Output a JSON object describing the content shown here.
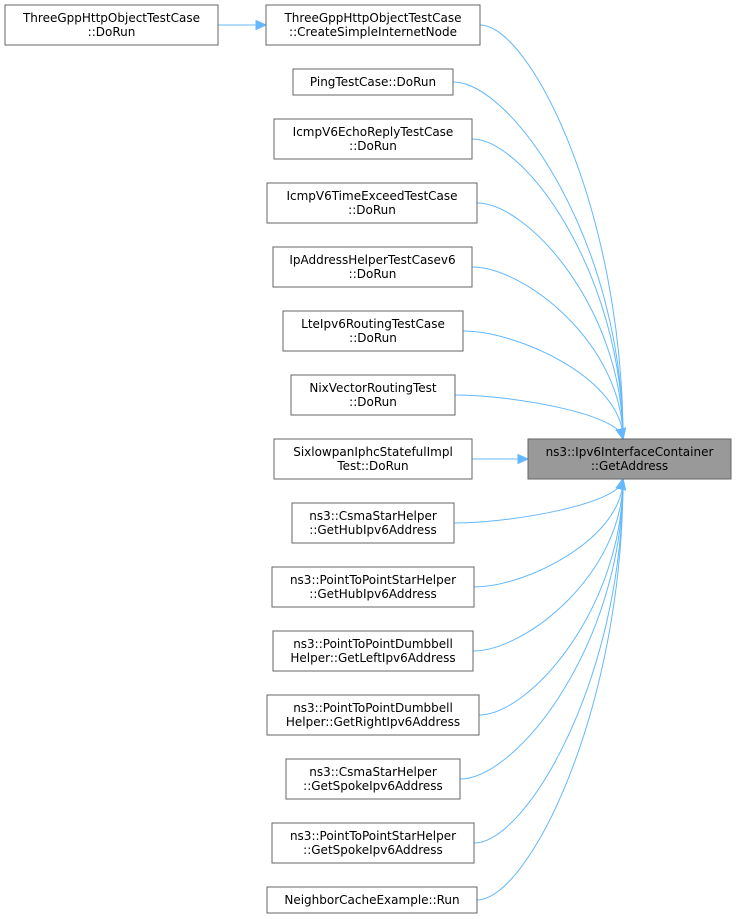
{
  "graph": {
    "target": {
      "id": "target",
      "lines": [
        "ns3::Ipv6InterfaceContainer",
        "::GetAddress"
      ]
    },
    "nodes": [
      {
        "id": "tgh_dorun",
        "lines": [
          "ThreeGppHttpObjectTestCase",
          "::DoRun"
        ]
      },
      {
        "id": "tgh_create",
        "lines": [
          "ThreeGppHttpObjectTestCase",
          "::CreateSimpleInternetNode"
        ]
      },
      {
        "id": "ping",
        "lines": [
          "PingTestCase::DoRun"
        ]
      },
      {
        "id": "echo",
        "lines": [
          "IcmpV6EchoReplyTestCase",
          "::DoRun"
        ]
      },
      {
        "id": "timeexceed",
        "lines": [
          "IcmpV6TimeExceedTestCase",
          "::DoRun"
        ]
      },
      {
        "id": "ipaddr",
        "lines": [
          "IpAddressHelperTestCasev6",
          "::DoRun"
        ]
      },
      {
        "id": "lte",
        "lines": [
          "LteIpv6RoutingTestCase",
          "::DoRun"
        ]
      },
      {
        "id": "nix",
        "lines": [
          "NixVectorRoutingTest",
          "::DoRun"
        ]
      },
      {
        "id": "sixlowpan",
        "lines": [
          "SixlowpanIphcStatefulImpl",
          "Test::DoRun"
        ]
      },
      {
        "id": "csma_hub",
        "lines": [
          "ns3::CsmaStarHelper",
          "::GetHubIpv6Address"
        ]
      },
      {
        "id": "p2p_hub",
        "lines": [
          "ns3::PointToPointStarHelper",
          "::GetHubIpv6Address"
        ]
      },
      {
        "id": "dumb_left",
        "lines": [
          "ns3::PointToPointDumbbell",
          "Helper::GetLeftIpv6Address"
        ]
      },
      {
        "id": "dumb_right",
        "lines": [
          "ns3::PointToPointDumbbell",
          "Helper::GetRightIpv6Address"
        ]
      },
      {
        "id": "csma_spoke",
        "lines": [
          "ns3::CsmaStarHelper",
          "::GetSpokeIpv6Address"
        ]
      },
      {
        "id": "p2p_spoke",
        "lines": [
          "ns3::PointToPointStarHelper",
          "::GetSpokeIpv6Address"
        ]
      },
      {
        "id": "neighbor",
        "lines": [
          "NeighborCacheExample::Run"
        ]
      }
    ],
    "edges": [
      {
        "from": "tgh_create",
        "to": "tgh_dorun"
      },
      {
        "from": "target",
        "to": "tgh_create"
      },
      {
        "from": "target",
        "to": "ping"
      },
      {
        "from": "target",
        "to": "echo"
      },
      {
        "from": "target",
        "to": "timeexceed"
      },
      {
        "from": "target",
        "to": "ipaddr"
      },
      {
        "from": "target",
        "to": "lte"
      },
      {
        "from": "target",
        "to": "nix"
      },
      {
        "from": "target",
        "to": "sixlowpan"
      },
      {
        "from": "target",
        "to": "csma_hub"
      },
      {
        "from": "target",
        "to": "p2p_hub"
      },
      {
        "from": "target",
        "to": "dumb_left"
      },
      {
        "from": "target",
        "to": "dumb_right"
      },
      {
        "from": "target",
        "to": "csma_spoke"
      },
      {
        "from": "target",
        "to": "p2p_spoke"
      },
      {
        "from": "target",
        "to": "neighbor"
      }
    ]
  },
  "colors": {
    "edge": "#63b8ff",
    "node_border": "#666666",
    "target_fill": "#999999",
    "node_fill": "#ffffff"
  }
}
